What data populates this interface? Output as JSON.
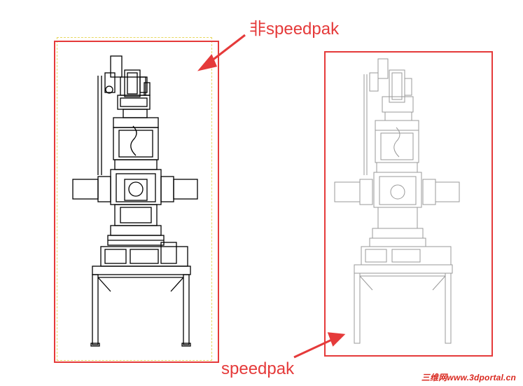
{
  "labels": {
    "non_speedpak": "非speedpak",
    "speedpak": "speedpak"
  },
  "watermark": "三维网www.3dportal.cn",
  "colors": {
    "annotation_red": "#e53a3a",
    "drawing_black": "#000000",
    "drawing_light": "#9a9a9a",
    "dashed_outline": "#e8d860",
    "background": "#ffffff"
  },
  "figures": [
    {
      "name": "robot-drawing-non-speedpak",
      "style": "solid black lines"
    },
    {
      "name": "robot-drawing-speedpak",
      "style": "light gray thin lines"
    }
  ]
}
